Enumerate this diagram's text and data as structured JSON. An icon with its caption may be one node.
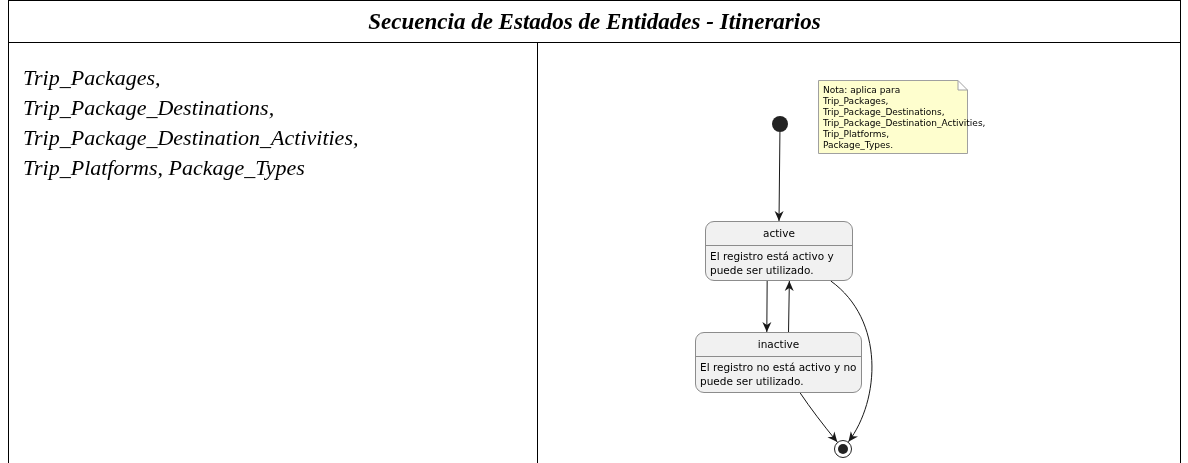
{
  "diagram": {
    "title": "Secuencia de Estados de Entidades - Itinerarios",
    "nodes": [
      {
        "text": [],
        "shape": "circle"
      },
      {
        "text": [
          "active",
          "El registro está activo y puede ser utilizado."
        ]
      },
      {
        "text": [
          "inactive",
          "El registro no está activo y no puede ser utilizado."
        ]
      },
      {
        "text": [],
        "shape": "circle"
      },
      {
        "text": [
          "Nota: aplica para Trip_Packages, Trip_Package_Destinations, Trip_Package_Destination_Activities, Trip_Platforms, Package_Types."
        ]
      }
    ],
    "edges": [
      {
        "from": 0,
        "to": 1,
        "arrow": "to"
      },
      {
        "from": 1,
        "to": 2,
        "arrow": "to"
      },
      {
        "from": 2,
        "to": 1,
        "arrow": "to"
      },
      {
        "from": 1,
        "to": 3,
        "arrow": "to"
      },
      {
        "from": 2,
        "to": 3,
        "arrow": "to"
      }
    ],
    "labels": [
      "Trip_Packages, Trip_Package_Destinations, Trip_Package_Destination_Activities, Trip_Platforms, Package_Types"
    ]
  }
}
